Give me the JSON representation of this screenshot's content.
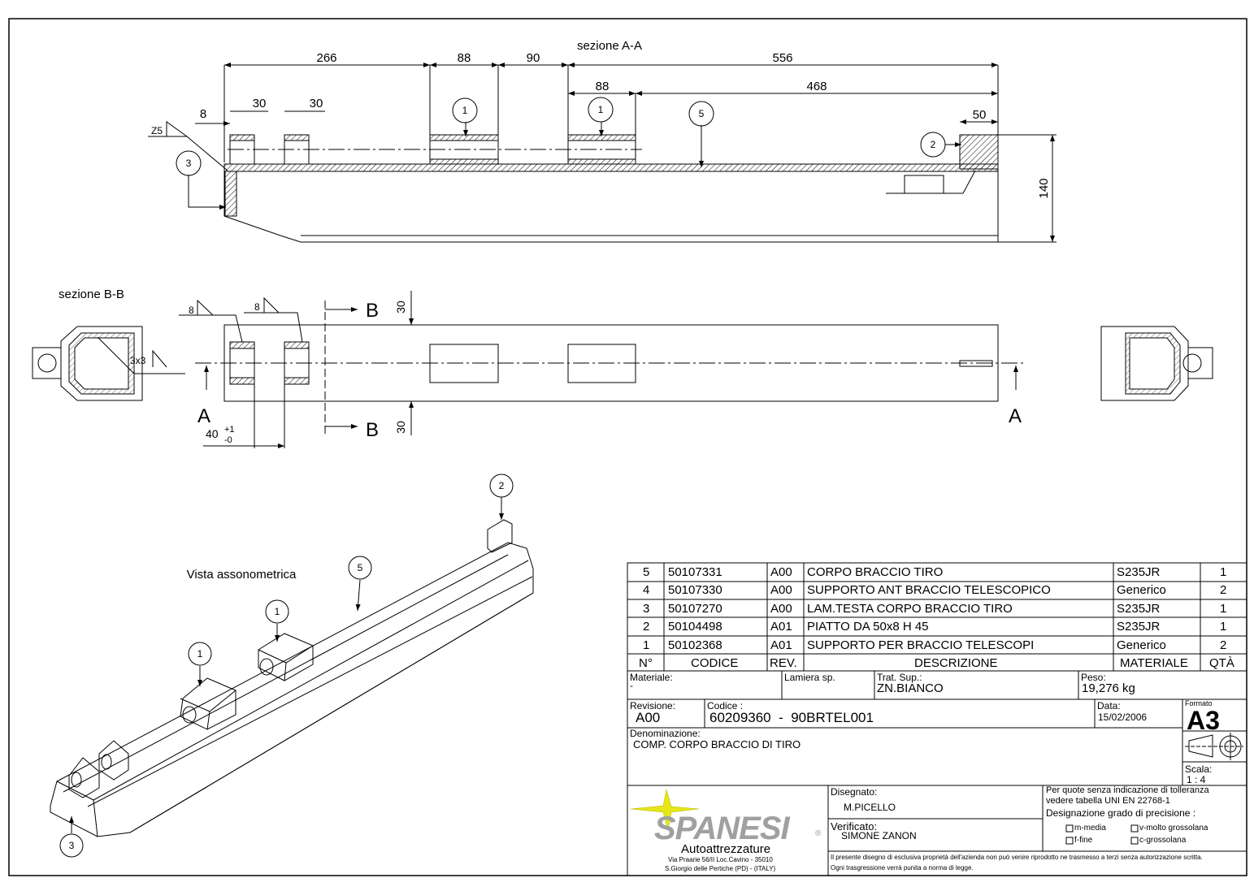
{
  "drawing": {
    "section_aa_title": "sezione A-A",
    "section_bb_title": "sezione B-B",
    "iso_title": "Vista assonometrica",
    "dims_top": [
      "266",
      "88",
      "90",
      "556",
      "88",
      "468",
      "30",
      "30",
      "8",
      "50",
      "140"
    ],
    "weld_top": "Z5",
    "dims_mid": [
      "8",
      "8",
      "3x3",
      "30",
      "30",
      "40"
    ],
    "tol_upper": "+1",
    "tol_lower": "-0",
    "section_letters": {
      "a": "A",
      "b": "B"
    },
    "balloons": [
      "1",
      "2",
      "3",
      "5"
    ]
  },
  "bom": {
    "rows": [
      {
        "n": "5",
        "code": "50107331",
        "rev": "A00",
        "desc": "CORPO BRACCIO TIRO",
        "mat": "S235JR",
        "qty": "1"
      },
      {
        "n": "4",
        "code": "50107330",
        "rev": "A00",
        "desc": "SUPPORTO ANT BRACCIO TELESCOPICO",
        "mat": "Generico",
        "qty": "2"
      },
      {
        "n": "3",
        "code": "50107270",
        "rev": "A00",
        "desc": "LAM.TESTA CORPO BRACCIO TIRO",
        "mat": "S235JR",
        "qty": "1"
      },
      {
        "n": "2",
        "code": "50104498",
        "rev": "A01",
        "desc": "PIATTO DA 50x8 H 45",
        "mat": "S235JR",
        "qty": "1"
      },
      {
        "n": "1",
        "code": "50102368",
        "rev": "A01",
        "desc": "SUPPORTO PER BRACCIO TELESCOPI",
        "mat": "Generico",
        "qty": "2"
      }
    ],
    "header": {
      "n": "N°",
      "code": "CODICE",
      "rev": "REV.",
      "desc": "DESCRIZIONE",
      "mat": "MATERIALE",
      "qty": "QTÀ"
    }
  },
  "title_block": {
    "materiale_label": "Materiale:",
    "materiale": "-",
    "lamiera_label": "Lamiera sp.",
    "trat_label": "Trat. Sup.:",
    "trat": "ZN.BIANCO",
    "peso_label": "Peso:",
    "peso": "19,276 kg",
    "revisione_label": "Revisione:",
    "revisione": "A00",
    "codice_label": "Codice :",
    "codice": "60209360  -  90BRTEL001",
    "data_label": "Data:",
    "data": "15/02/2006",
    "formato_label": "Formato",
    "formato": "A3",
    "denominazione_label": "Denominazione:",
    "denominazione": "COMP. CORPO BRACCIO DI TIRO",
    "scala_label": "Scala:",
    "scala": "1 : 4",
    "disegnato_label": "Disegnato:",
    "disegnato": "M.PICELLO",
    "verificato_label": "Verificato:",
    "verificato": "SIMONE ZANON",
    "tol_1": "Per quote senza indicazione di tolleranza",
    "tol_2": "vedere tabella UNI EN 22768-1",
    "tol_3": "Designazione grado di precisione :",
    "grades": [
      "m-media",
      "v-molto grossolana",
      "f-fine",
      "c-grossolana"
    ],
    "company": "SPANESI",
    "company_sub": "Autoattrezzature",
    "address_1": "Via Praarie 56/II  Loc.Cavino - 35010",
    "address_2": "S.Giorgio delle Pertiche (PD) - (ITALY)",
    "notice_1": "Il presente disegno di esclusiva proprietà dell'azienda non può venire riprodotto ne trasmesso a terzi senza autorizzazione scritta.",
    "notice_2": "Ogni trasgressione verrà punita a norma di legge.",
    "logo_color": "#e6e619"
  }
}
